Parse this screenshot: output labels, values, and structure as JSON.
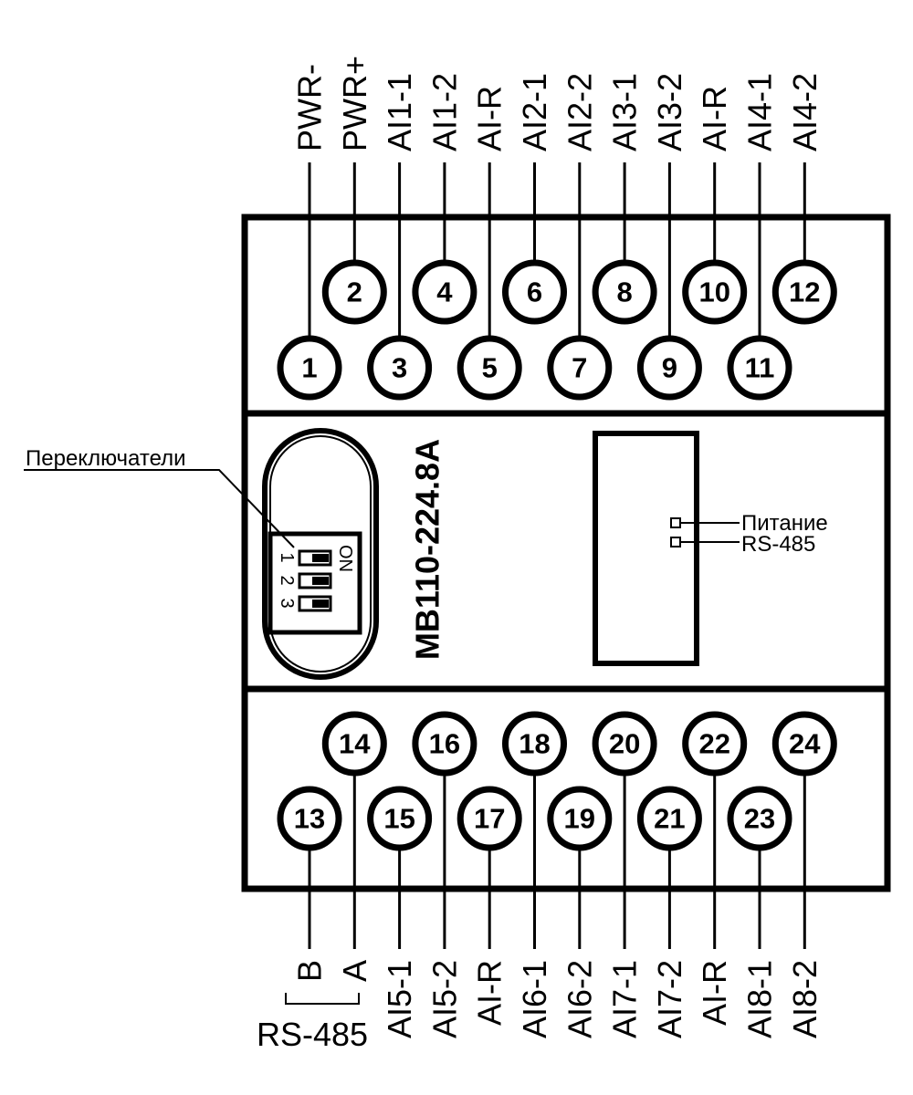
{
  "diagram": {
    "model": "МВ110-224.8А",
    "switches_label": "Переключатели",
    "switch_on_label": "ON",
    "switch_numbers": [
      "1",
      "2",
      "3"
    ],
    "led_power_label": "Питание",
    "led_rs485_label": "RS-485",
    "rs485_group_label": "RS-485",
    "top_terminals": [
      {
        "num": "1",
        "label": "PWR-"
      },
      {
        "num": "2",
        "label": "PWR+"
      },
      {
        "num": "3",
        "label": "AI1-1"
      },
      {
        "num": "4",
        "label": "AI1-2"
      },
      {
        "num": "5",
        "label": "AI-R"
      },
      {
        "num": "6",
        "label": "AI2-1"
      },
      {
        "num": "7",
        "label": "AI2-2"
      },
      {
        "num": "8",
        "label": "AI3-1"
      },
      {
        "num": "9",
        "label": "AI3-2"
      },
      {
        "num": "10",
        "label": "AI-R"
      },
      {
        "num": "11",
        "label": "AI4-1"
      },
      {
        "num": "12",
        "label": "AI4-2"
      }
    ],
    "bottom_terminals": [
      {
        "num": "13",
        "label": "B"
      },
      {
        "num": "14",
        "label": "A"
      },
      {
        "num": "15",
        "label": "AI5-1"
      },
      {
        "num": "16",
        "label": "AI5-2"
      },
      {
        "num": "17",
        "label": "AI-R"
      },
      {
        "num": "18",
        "label": "AI6-1"
      },
      {
        "num": "19",
        "label": "AI6-2"
      },
      {
        "num": "20",
        "label": "AI7-1"
      },
      {
        "num": "21",
        "label": "AI7-2"
      },
      {
        "num": "22",
        "label": "AI-R"
      },
      {
        "num": "23",
        "label": "AI8-1"
      },
      {
        "num": "24",
        "label": "AI8-2"
      }
    ]
  }
}
